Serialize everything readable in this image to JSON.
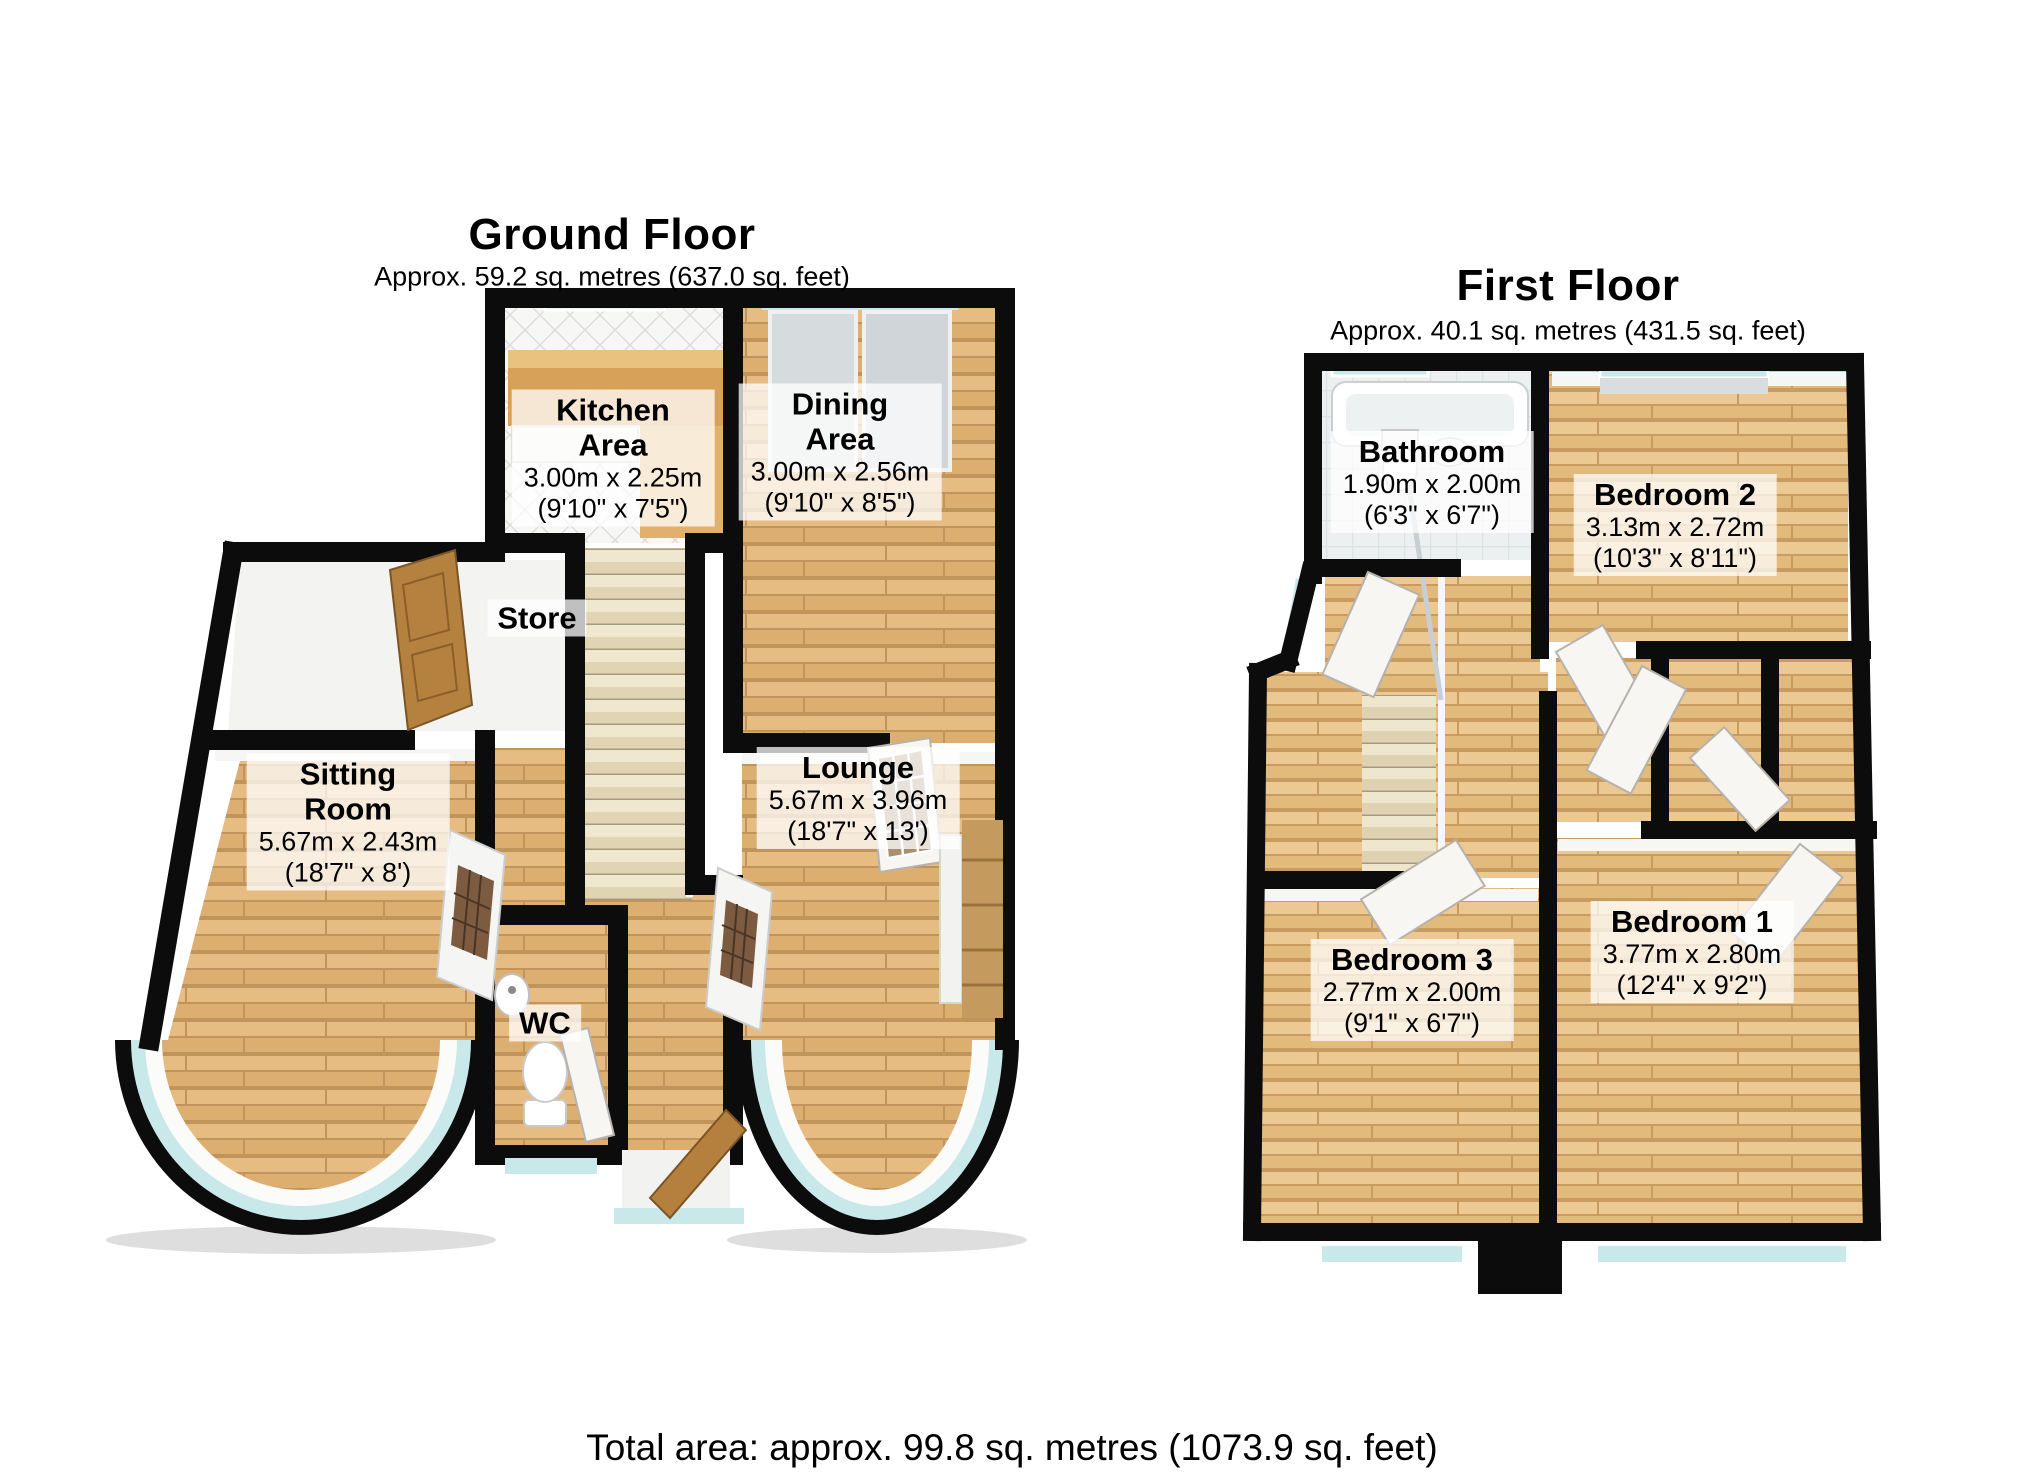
{
  "page": {
    "total_area": "Total area: approx.  99.8 sq. metres (1073.9 sq. feet)"
  },
  "colors": {
    "wall": "#0c0c0c",
    "wood_ground": "#e2b578",
    "wood_first": "#e8c28a",
    "window_glass": "#c9e8ea",
    "door_wood": "#b57f3e",
    "door_white": "#f7f6f3",
    "label_bg": "rgba(255,255,255,0.74)"
  },
  "floors": [
    {
      "id": "ground",
      "title": "Ground Floor",
      "subtitle": "Approx.  59.2 sq. metres (637.0 sq. feet)",
      "rooms": [
        {
          "name": "Kitchen Area",
          "dims_m": "3.00m x 2.25m",
          "dims_ft": "(9'10\" x 7'5\")"
        },
        {
          "name": "Dining Area",
          "dims_m": "3.00m x 2.56m",
          "dims_ft": "(9'10\" x 8'5\")"
        },
        {
          "name": "Store"
        },
        {
          "name": "Sitting Room",
          "dims_m": "5.67m x 2.43m",
          "dims_ft": "(18'7\" x 8')"
        },
        {
          "name": "Lounge",
          "dims_m": "5.67m x 3.96m",
          "dims_ft": "(18'7\" x 13')"
        },
        {
          "name": "WC"
        }
      ]
    },
    {
      "id": "first",
      "title": "First Floor",
      "subtitle": "Approx.  40.1 sq. metres (431.5 sq. feet)",
      "rooms": [
        {
          "name": "Bathroom",
          "dims_m": "1.90m x 2.00m",
          "dims_ft": "(6'3\" x 6'7\")"
        },
        {
          "name": "Bedroom 2",
          "dims_m": "3.13m x 2.72m",
          "dims_ft": "(10'3\" x 8'11\")"
        },
        {
          "name": "Bedroom 3",
          "dims_m": "2.77m x 2.00m",
          "dims_ft": "(9'1\" x 6'7\")"
        },
        {
          "name": "Bedroom 1",
          "dims_m": "3.77m x 2.80m",
          "dims_ft": "(12'4\" x 9'2\")"
        }
      ]
    }
  ]
}
